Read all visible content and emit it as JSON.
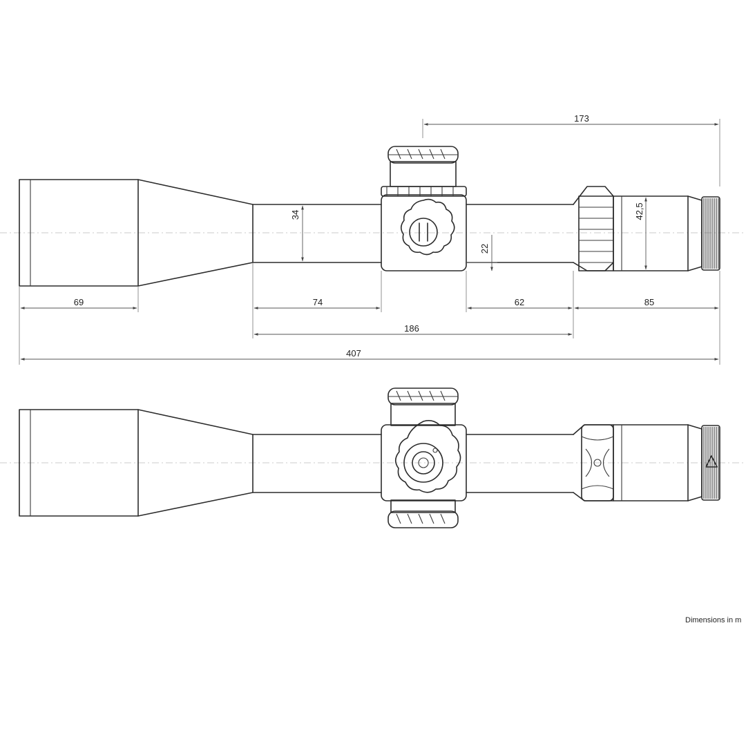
{
  "dimensions": {
    "top_span": "173",
    "objective_length": "69",
    "tube_left": "74",
    "tube_right": "62",
    "eyepiece": "85",
    "tube_total": "186",
    "overall_length": "407",
    "tube_diameter": "34",
    "turret_height": "22",
    "eyepiece_diameter": "42,5"
  },
  "note": "Dimensions in m"
}
